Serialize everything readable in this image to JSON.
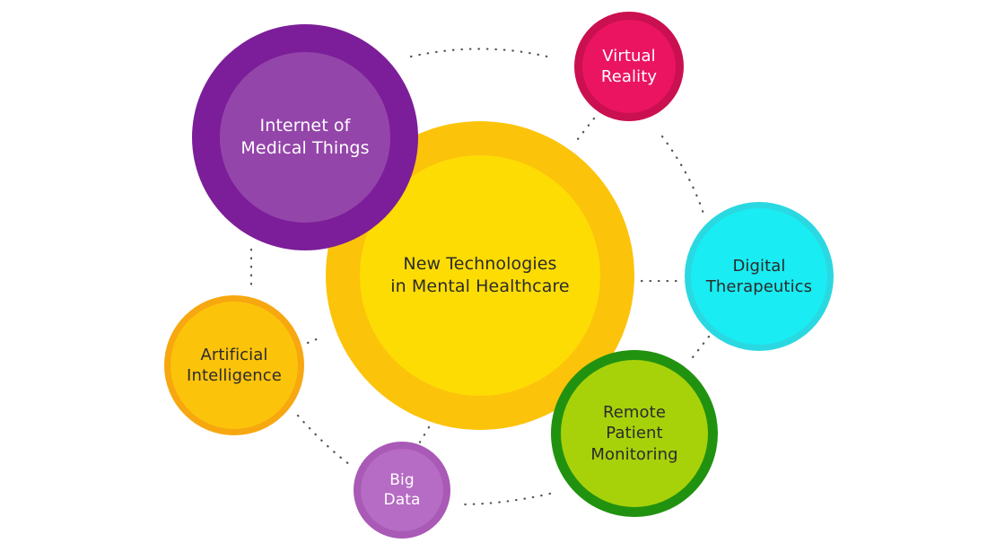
{
  "center": {
    "label": "New Technologies\nin Mental Healthcare",
    "outer_color": "#fcc30b",
    "inner_color": "#fddc04"
  },
  "nodes": [
    {
      "id": "iomt",
      "label": "Internet of\nMedical Things",
      "outer_color": "#7c1e99",
      "inner_color": "#9445aa",
      "text_color": "light"
    },
    {
      "id": "vr",
      "label": "Virtual\nReality",
      "outer_color": "#ca1050",
      "inner_color": "#eb1461",
      "text_color": "light"
    },
    {
      "id": "dtx",
      "label": "Digital\nTherapeutics",
      "outer_color": "#2ad8e2",
      "inner_color": "#19ecf2",
      "text_color": "dark"
    },
    {
      "id": "rpm",
      "label": "Remote\nPatient\nMonitoring",
      "outer_color": "#21920f",
      "inner_color": "#a7d20a",
      "text_color": "dark"
    },
    {
      "id": "bigdata",
      "label": "Big\nData",
      "outer_color": "#a959b6",
      "inner_color": "#b66bc4",
      "text_color": "light"
    },
    {
      "id": "ai",
      "label": "Artificial\nIntelligence",
      "outer_color": "#f7a70f",
      "inner_color": "#fcc30b",
      "text_color": "dark"
    }
  ]
}
